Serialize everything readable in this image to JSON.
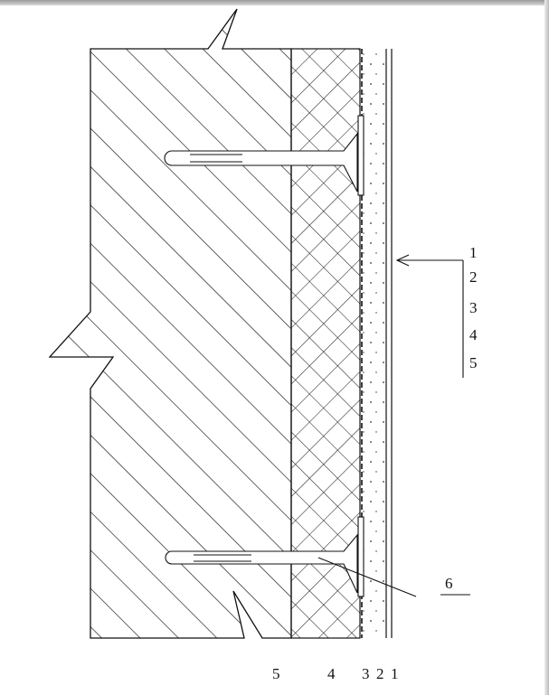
{
  "callout_labels": [
    "1",
    "2",
    "3",
    "4",
    "5"
  ],
  "anchor_label": "6",
  "bottom_labels": [
    {
      "id": "bottom-label-5",
      "text": "5"
    },
    {
      "id": "bottom-label-4",
      "text": "4"
    },
    {
      "id": "bottom-label-3",
      "text": "3"
    },
    {
      "id": "bottom-label-2",
      "text": "2"
    },
    {
      "id": "bottom-label-1",
      "text": "1"
    }
  ],
  "colors": {
    "line": "#111111",
    "background": "#ffffff",
    "frame": "#b0b0b0"
  }
}
